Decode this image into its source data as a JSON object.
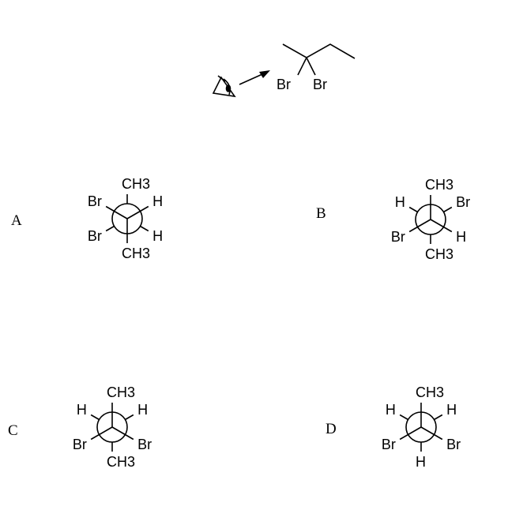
{
  "question_molecule": {
    "viewer": "eye-icon",
    "substituents": [
      "Br",
      "Br"
    ]
  },
  "options": [
    {
      "letter": "A",
      "front": [
        "Br",
        "H",
        "CH3"
      ],
      "back": [
        "CH3",
        "Br",
        "H"
      ]
    },
    {
      "letter": "B",
      "front": [
        "CH3",
        "Br",
        "H"
      ],
      "back": [
        "H",
        "Br",
        "CH3"
      ]
    },
    {
      "letter": "C",
      "front": [
        "CH3",
        "Br",
        "Br"
      ],
      "back": [
        "H",
        "H",
        "CH3"
      ]
    },
    {
      "letter": "D",
      "front": [
        "CH3",
        "Br",
        "Br"
      ],
      "back": [
        "H",
        "H",
        "H"
      ]
    }
  ],
  "colors": {
    "ink": "#000000",
    "background": "#ffffff"
  }
}
